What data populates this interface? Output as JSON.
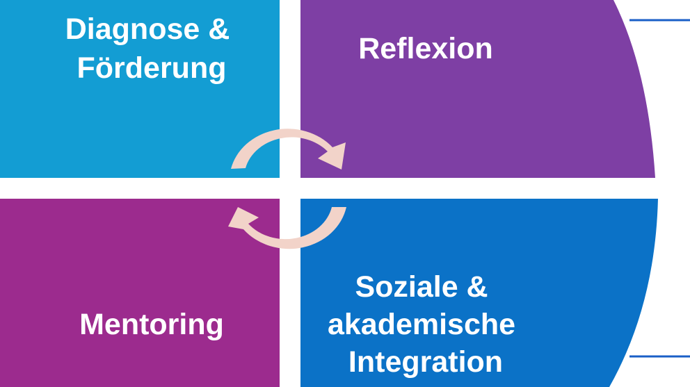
{
  "quadrants": {
    "top_left": {
      "lines": [
        "Diagnose &",
        "Förderung"
      ],
      "color": "#139DD3"
    },
    "top_right": {
      "lines": [
        "Reflexion"
      ],
      "color": "#7E3FA4"
    },
    "bottom_left": {
      "lines": [
        "Mentoring"
      ],
      "color": "#9C2B8E"
    },
    "bottom_right": {
      "lines": [
        "Soziale &",
        "akademische",
        "Integration"
      ],
      "color": "#0B72C7"
    }
  },
  "cycle_arrows": {
    "color": "#F2D3C9",
    "icons": [
      "arrow-clockwise-top-icon",
      "arrow-clockwise-bottom-icon"
    ]
  },
  "connector_lines": {
    "color": "#1A5FC7"
  }
}
